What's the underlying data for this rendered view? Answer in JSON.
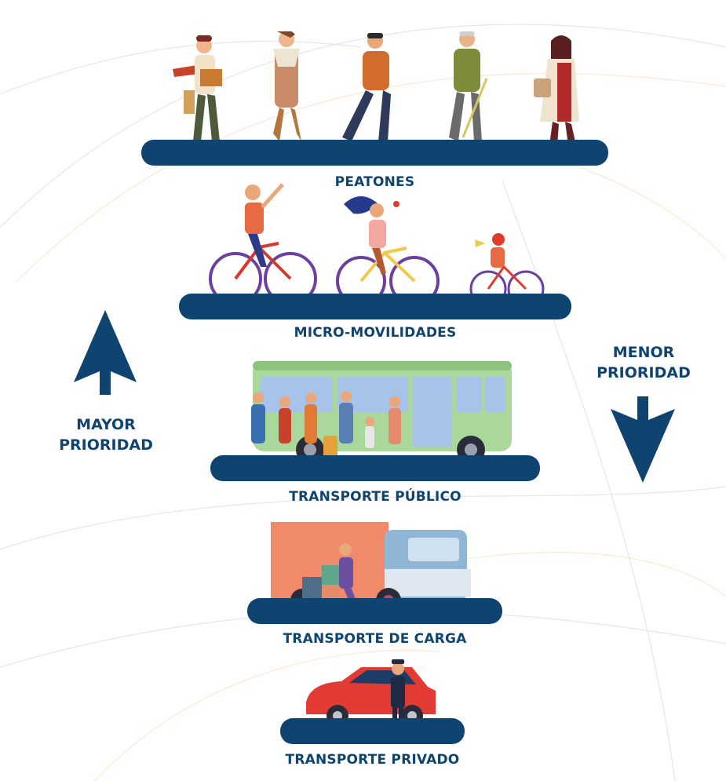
{
  "colors": {
    "navy": "#0f4470",
    "bus_green": "#a9d89a",
    "truck_orange": "#f08a6a",
    "truck_cab": "#8fb6d4",
    "car_red": "#e23b33",
    "bg_curves": "#c9d3e6"
  },
  "levels": [
    {
      "label": "PEATONES",
      "icon": "pedestrians-illustration"
    },
    {
      "label": "MICRO-MOVILIDADES",
      "icon": "bicycles-illustration"
    },
    {
      "label": "TRANSPORTE PÚBLICO",
      "icon": "bus-illustration"
    },
    {
      "label": "TRANSPORTE DE CARGA",
      "icon": "truck-illustration"
    },
    {
      "label": "TRANSPORTE PRIVADO",
      "icon": "car-illustration"
    }
  ],
  "left_indicator": {
    "line1": "MAYOR",
    "line2": "PRIORIDAD",
    "icon": "arrow-up-icon"
  },
  "right_indicator": {
    "line1": "MENOR",
    "line2": "PRIORIDAD",
    "icon": "arrow-down-icon"
  }
}
